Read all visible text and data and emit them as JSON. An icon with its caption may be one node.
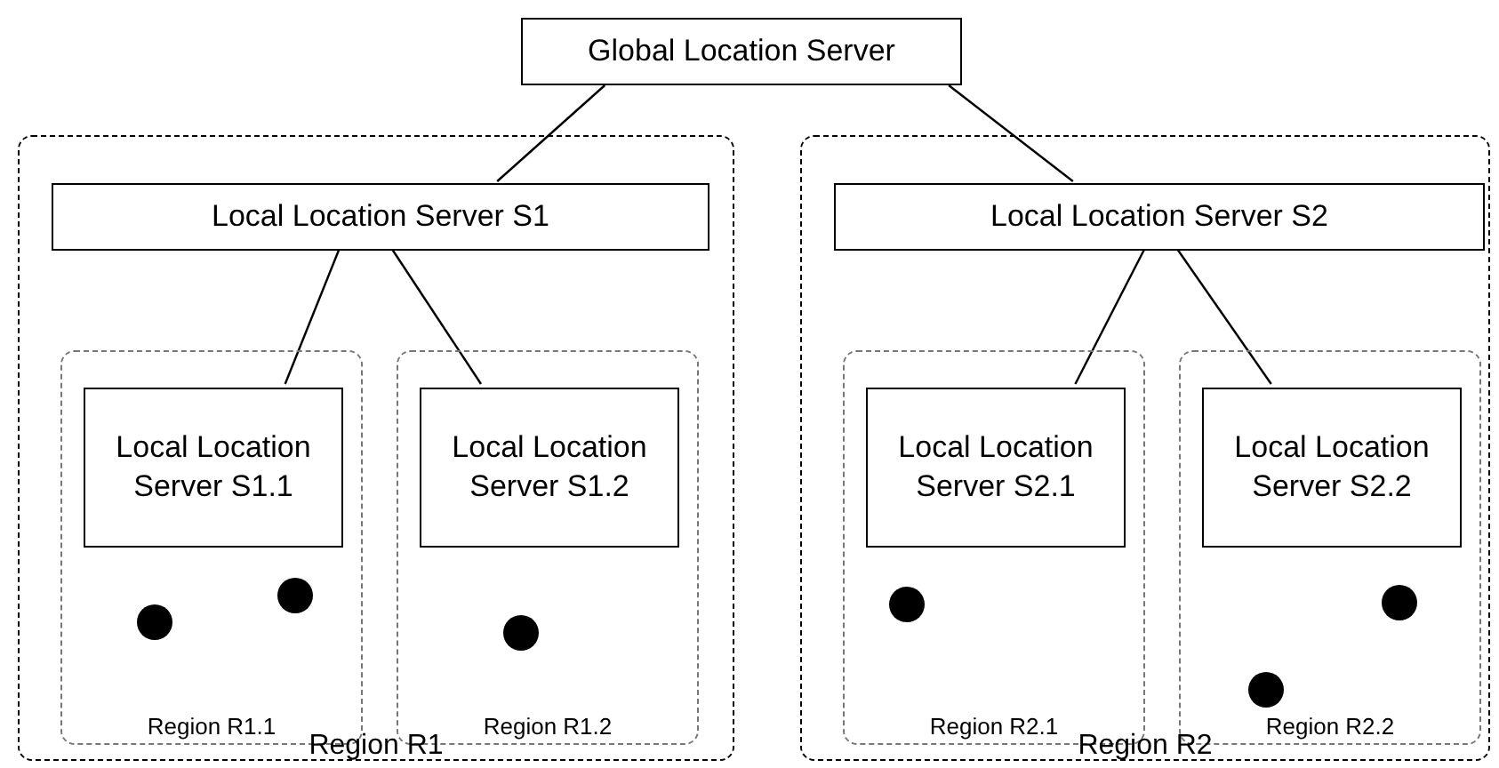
{
  "diagram": {
    "nodes": [
      {
        "text": [
          "Global Location Server"
        ]
      },
      {
        "text": [
          "Region R1"
        ]
      },
      {
        "text": [
          "Local Location Server S1"
        ],
        "in": 1
      },
      {
        "text": [
          "Region R1.1"
        ],
        "in": 1
      },
      {
        "text": [
          "Local Location Server S1.1"
        ],
        "in": 3
      },
      {
        "text": [],
        "shape": "circle",
        "in": 3
      },
      {
        "text": [],
        "shape": "circle",
        "in": 3
      },
      {
        "text": [
          "Region R1.2"
        ],
        "in": 1
      },
      {
        "text": [
          "Local Location Server S1.2"
        ],
        "in": 7
      },
      {
        "text": [],
        "shape": "circle",
        "in": 7
      },
      {
        "text": [
          "Region R2"
        ]
      },
      {
        "text": [
          "Local Location Server S2"
        ],
        "in": 10
      },
      {
        "text": [
          "Region R2.1"
        ],
        "in": 10
      },
      {
        "text": [
          "Local Location Server S2.1"
        ],
        "in": 12
      },
      {
        "text": [],
        "shape": "circle",
        "in": 12
      },
      {
        "text": [
          "Region R2.2"
        ],
        "in": 10
      },
      {
        "text": [
          "Local Location Server S2.2"
        ],
        "in": 15
      },
      {
        "text": [],
        "shape": "circle",
        "in": 15
      },
      {
        "text": [],
        "shape": "circle",
        "in": 15
      }
    ],
    "edges": [
      {
        "from": 0,
        "to": 2,
        "arrow": "none"
      },
      {
        "from": 0,
        "to": 11,
        "arrow": "none"
      },
      {
        "from": 2,
        "to": 4,
        "arrow": "none"
      },
      {
        "from": 2,
        "to": 8,
        "arrow": "none"
      },
      {
        "from": 11,
        "to": 13,
        "arrow": "none"
      },
      {
        "from": 11,
        "to": 16,
        "arrow": "none"
      }
    ]
  }
}
